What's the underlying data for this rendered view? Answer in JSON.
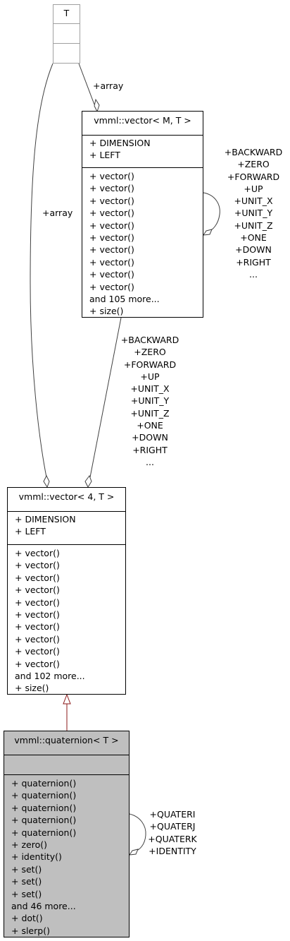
{
  "nodes": {
    "template_param": {
      "title": "T"
    },
    "vector_mt": {
      "title": "vmml::vector< M, T >",
      "attributes": [
        "+ DIMENSION",
        "+ LEFT"
      ],
      "methods": [
        "+ vector()",
        "+ vector()",
        "+ vector()",
        "+ vector()",
        "+ vector()",
        "+ vector()",
        "+ vector()",
        "+ vector()",
        "+ vector()",
        "+ vector()",
        "and 105 more...",
        "+ size()"
      ]
    },
    "vector_4t": {
      "title": "vmml::vector< 4, T >",
      "attributes": [
        "+ DIMENSION",
        "+ LEFT"
      ],
      "methods": [
        "+ vector()",
        "+ vector()",
        "+ vector()",
        "+ vector()",
        "+ vector()",
        "+ vector()",
        "+ vector()",
        "+ vector()",
        "+ vector()",
        "+ vector()",
        "and 102 more...",
        "+ size()"
      ]
    },
    "quaternion": {
      "title": "vmml::quaternion< T >",
      "attributes": [],
      "methods": [
        "+ quaternion()",
        "+ quaternion()",
        "+ quaternion()",
        "+ quaternion()",
        "+ quaternion()",
        "+ zero()",
        "+ identity()",
        "+ set()",
        "+ set()",
        "+ set()",
        "and 46 more...",
        "+ dot()",
        "+ slerp()"
      ]
    }
  },
  "edge_labels": {
    "t_to_vector_mt": [
      "+array"
    ],
    "t_to_vector_4t": [
      "+array"
    ],
    "vector_mt_self": [
      "+BACKWARD",
      "+ZERO",
      "+FORWARD",
      "+UP",
      "+UNIT_X",
      "+UNIT_Y",
      "+UNIT_Z",
      "+ONE",
      "+DOWN",
      "+RIGHT",
      "..."
    ],
    "vector_mt_to_vector_4t": [
      "+BACKWARD",
      "+ZERO",
      "+FORWARD",
      "+UP",
      "+UNIT_X",
      "+UNIT_Y",
      "+UNIT_Z",
      "+ONE",
      "+DOWN",
      "+RIGHT",
      "..."
    ],
    "quaternion_self": [
      "+QUATERI",
      "+QUATERJ",
      "+QUATERK",
      "+IDENTITY"
    ]
  },
  "colors": {
    "focus_fill": "#bfbfbf",
    "template_border": "#a0a0a0",
    "inheritance_edge": "#8b1a1a",
    "edge": "#404040"
  }
}
